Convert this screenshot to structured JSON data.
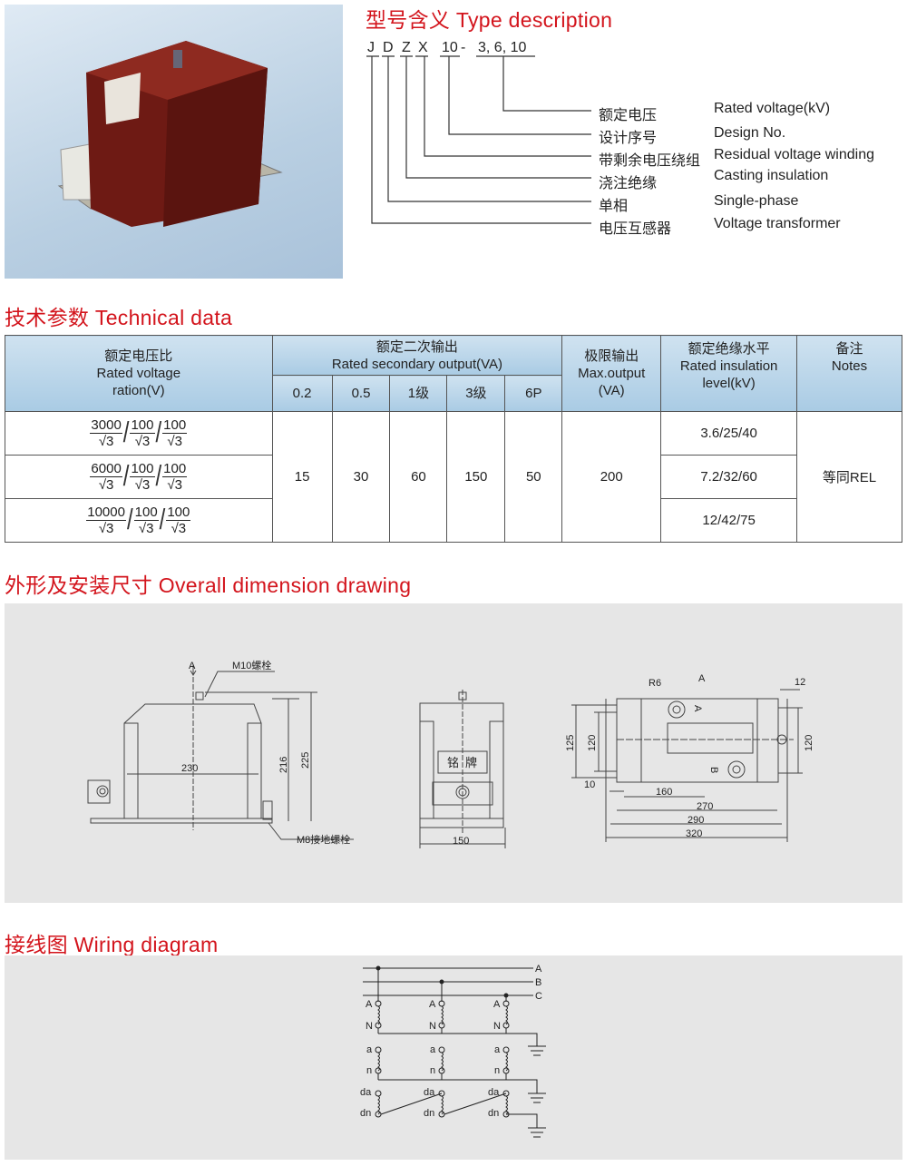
{
  "type_description": {
    "heading": "型号含义 Type description",
    "code": [
      "J",
      "D",
      "Z",
      "X",
      "10",
      "-",
      "3, 6, 10"
    ],
    "items": [
      {
        "cn": "额定电压",
        "en": "Rated voltage(kV)"
      },
      {
        "cn": "设计序号",
        "en": "Design No."
      },
      {
        "cn": "带剩余电压绕组",
        "en": "Residual voltage winding"
      },
      {
        "cn": "浇注绝缘",
        "en": "Casting insulation"
      },
      {
        "cn": "单相",
        "en": "Single-phase"
      },
      {
        "cn": "电压互感器",
        "en": "Voltage transformer"
      }
    ]
  },
  "technical": {
    "heading": "技术参数 Technical data",
    "headers": {
      "ratio_cn": "额定电压比",
      "ratio_en1": "Rated voltage",
      "ratio_en2": "ration(V)",
      "secondary_cn": "额定二次输出",
      "secondary_en": "Rated secondary output(VA)",
      "classes": [
        "0.2",
        "0.5",
        "1级",
        "3级",
        "6P"
      ],
      "max_cn": "极限输出",
      "max_en1": "Max.output",
      "max_en2": "(VA)",
      "ins_cn": "额定绝缘水平",
      "ins_en1": "Rated insulation",
      "ins_en2": "level(kV)",
      "notes_cn": "备注",
      "notes_en": "Notes"
    },
    "rows": [
      {
        "primary": "3000",
        "sec": "100",
        "res": "100",
        "root": "√3",
        "insulation": "3.6/25/40"
      },
      {
        "primary": "6000",
        "sec": "100",
        "res": "100",
        "root": "√3",
        "insulation": "7.2/32/60"
      },
      {
        "primary": "10000",
        "sec": "100",
        "res": "100",
        "root": "√3",
        "insulation": "12/42/75"
      }
    ],
    "outputs": [
      "15",
      "30",
      "60",
      "150",
      "50"
    ],
    "max_output": "200",
    "notes": "等同REL"
  },
  "dimension": {
    "heading": "外形及安装尺寸 Overall dimension drawing",
    "labels": {
      "a": "A",
      "m10": "M10螺栓",
      "m8": "M8接地螺栓",
      "d230": "230",
      "d216": "216",
      "d225": "225",
      "nameplate1": "铭",
      "nameplate2": "牌",
      "d150": "150",
      "r6": "R6",
      "a2": "A",
      "d12": "12",
      "d125": "125",
      "d120a": "120",
      "d120b": "120",
      "d10": "10",
      "d160": "160",
      "d270": "270",
      "d290": "290",
      "d320": "320",
      "ta": "A",
      "tb": "B"
    }
  },
  "wiring": {
    "heading": "接线图 Wiring diagram",
    "bus": [
      "A",
      "B",
      "C"
    ],
    "primary": [
      "A",
      "N"
    ],
    "secondary": [
      "a",
      "n"
    ],
    "residual": [
      "da",
      "dn"
    ]
  },
  "colors": {
    "heading": "#d3141c",
    "header_bg": "#b8d4e9",
    "body": "#7a1f17"
  }
}
